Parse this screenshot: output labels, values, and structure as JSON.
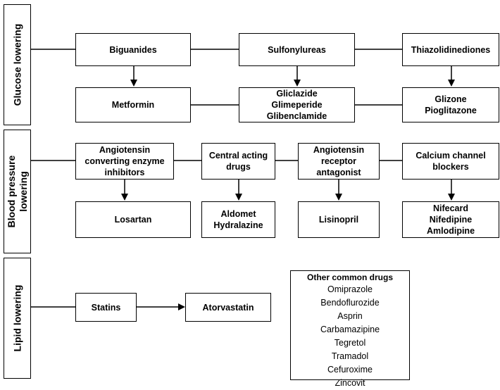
{
  "categories": {
    "glucose": "Glucose lowering",
    "bp_line1": "Blood pressure",
    "bp_line2": "lowering",
    "lipid": "Lipid lowering"
  },
  "glucose": {
    "biguanides": "Biguanides",
    "sulfonylureas": "Sulfonylureas",
    "thiazolidinediones": "Thiazolidinediones",
    "metformin": "Metformin",
    "sulfonylurea_drugs": [
      "Gliclazide",
      "Glimeperide",
      "Glibenclamide"
    ],
    "tzd_drugs": [
      "Glizone",
      "Pioglitazone"
    ]
  },
  "bp": {
    "ace": [
      "Angiotensin",
      "converting enzyme",
      "inhibitors"
    ],
    "central": [
      "Central acting",
      "drugs"
    ],
    "arb": [
      "Angiotensin",
      "receptor",
      "antagonist"
    ],
    "ccb": [
      "Calcium channel",
      "blockers"
    ],
    "ace_drug": "Losartan",
    "central_drugs": [
      "Aldomet",
      "Hydralazine"
    ],
    "arb_drug": "Lisinopril",
    "ccb_drugs": [
      "Nifecard",
      "Nifedipine",
      "Amlodipine"
    ]
  },
  "lipid": {
    "statins": "Statins",
    "atorvastatin": "Atorvastatin"
  },
  "other": {
    "title": "Other common drugs",
    "items": [
      "Omiprazole",
      "Bendoflurozide",
      "Asprin",
      "Carbamazipine",
      "Tegretol",
      "Tramadol",
      "Cefuroxime",
      "Zincovit"
    ]
  }
}
